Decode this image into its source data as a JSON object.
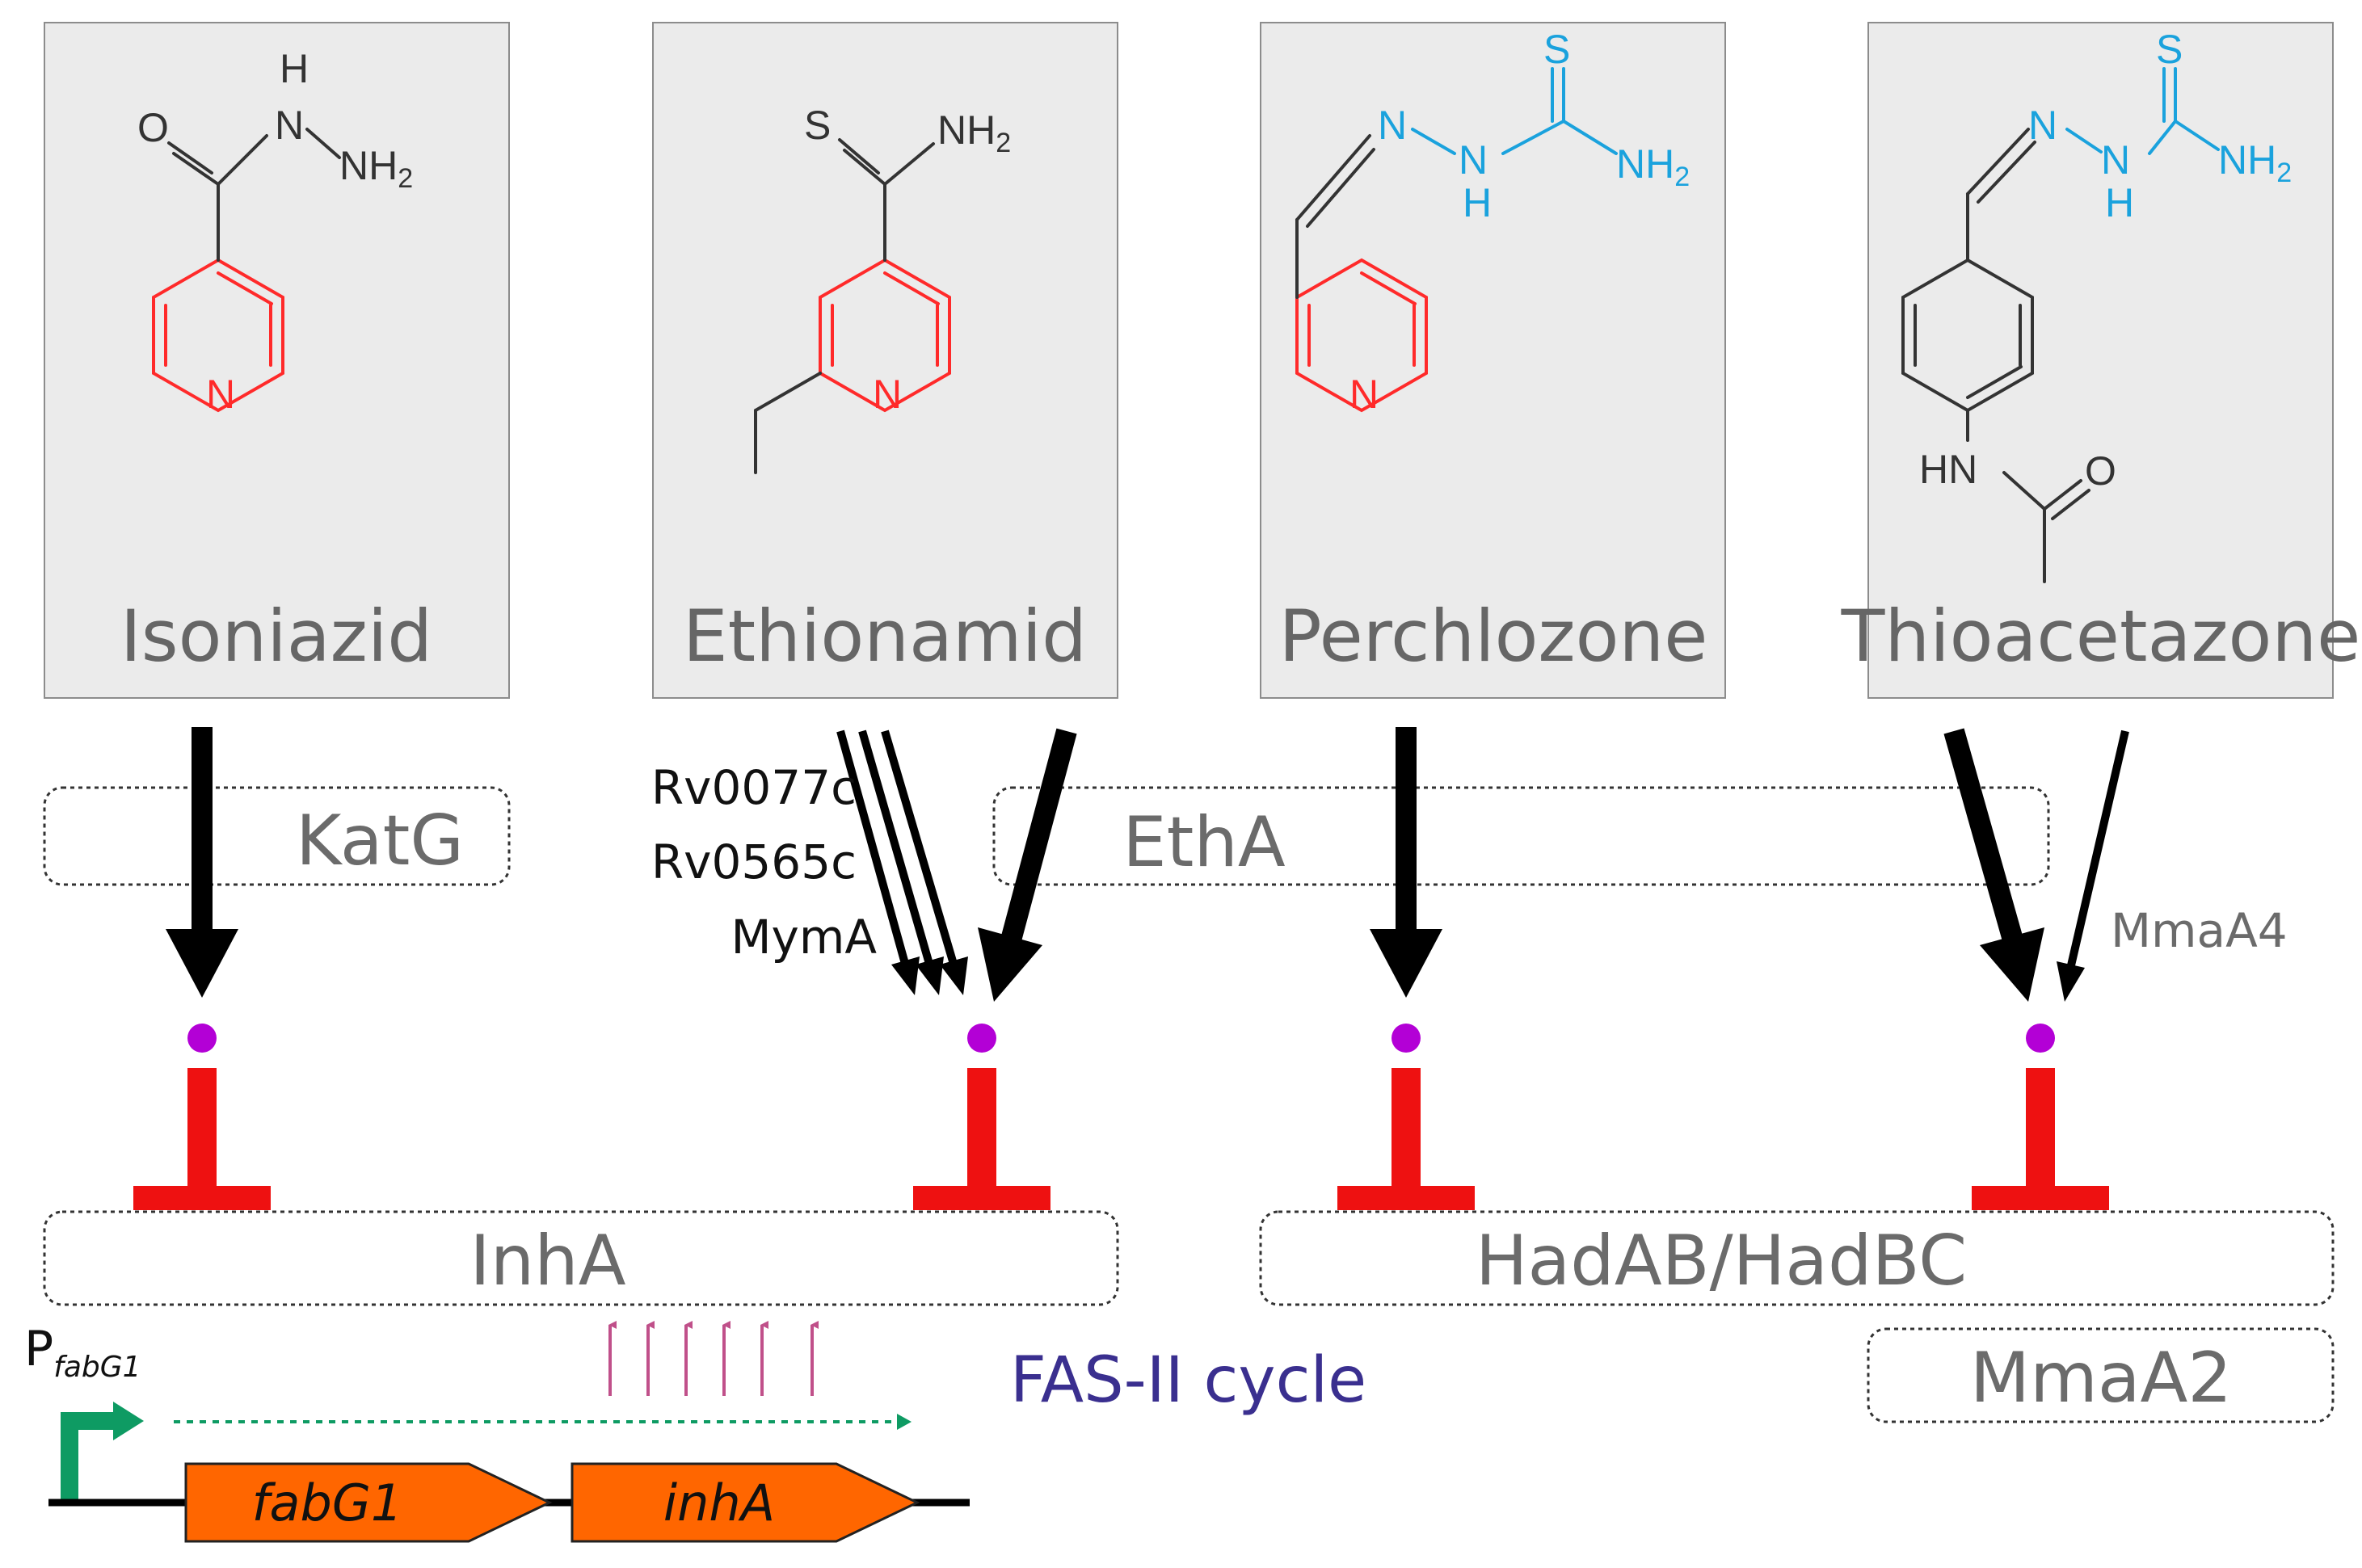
{
  "drugs": {
    "isoniazid": "Isoniazid",
    "ethionamid": "Ethionamid",
    "perchlozone": "Perchlozone",
    "thioacetazone": "Thioacetazone"
  },
  "atoms": {
    "O": "O",
    "H": "H",
    "N": "N",
    "NH": "NH",
    "S": "S",
    "HN": "HN",
    "NH2_main": "NH",
    "sub2": "2"
  },
  "enzymes": {
    "katg": "KatG",
    "etha": "EthA",
    "rv0077c": "Rv0077c",
    "rv0565c": "Rv0565c",
    "myma": "MymA",
    "mmaa4": "MmaA4"
  },
  "targets": {
    "inha": "InhA",
    "hadab": "HadAB/HadBC",
    "mmaa2": "MmaA2"
  },
  "pathway": {
    "fas_cycle": "FAS-II cycle",
    "promoter_p": "P",
    "promoter_sub": "fabG1",
    "gene1": "fabG1",
    "gene2": "inhA"
  },
  "colors": {
    "inhibitor_red": "#ee1111",
    "activated_purple": "#b300d6",
    "pyridine_red": "#ff2a2a",
    "thiosemicarbazone_blue": "#1aa2dd",
    "gene_orange": "#ff6600",
    "promoter_green": "#0e9b63",
    "pink_arrow": "#c0508a",
    "fas_text": "#3a2f8f"
  }
}
